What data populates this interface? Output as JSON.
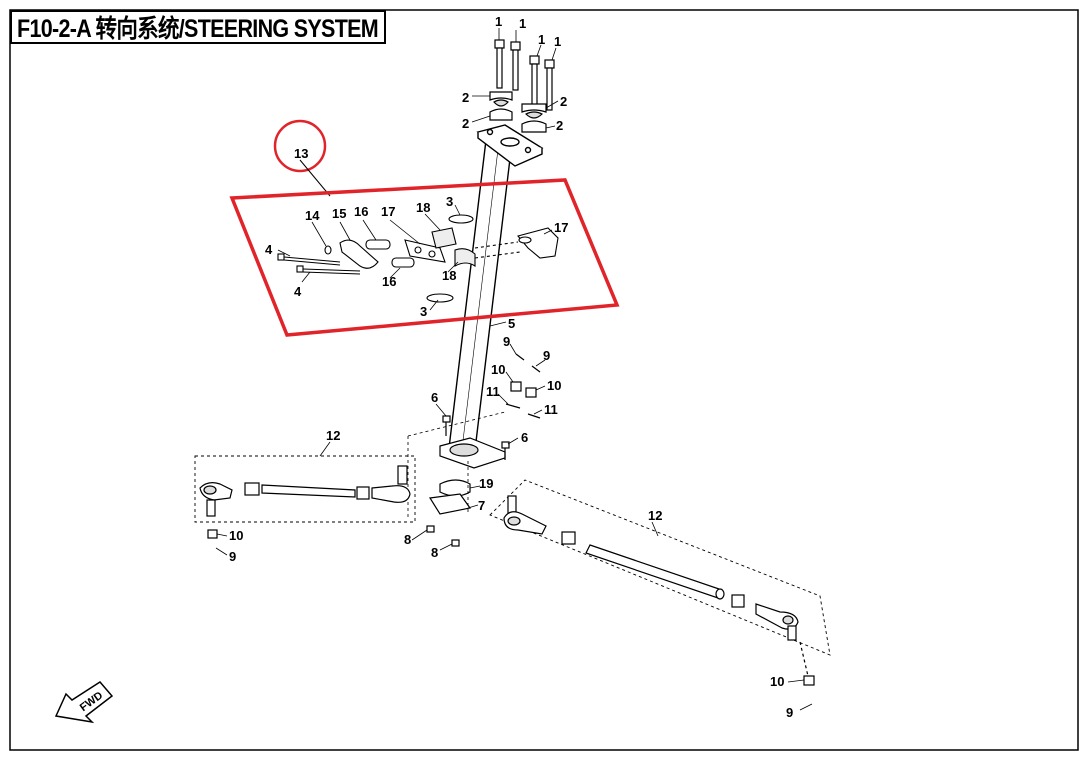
{
  "title": "F10-2-A 转向系统/STEERING SYSTEM",
  "callouts": [
    {
      "id": "c1a",
      "text": "1"
    },
    {
      "id": "c1b",
      "text": "1"
    },
    {
      "id": "c1c",
      "text": "1"
    },
    {
      "id": "c1d",
      "text": "1"
    },
    {
      "id": "c2a",
      "text": "2"
    },
    {
      "id": "c2b",
      "text": "2"
    },
    {
      "id": "c2c",
      "text": "2"
    },
    {
      "id": "c2d",
      "text": "2"
    },
    {
      "id": "c3a",
      "text": "3"
    },
    {
      "id": "c3b",
      "text": "3"
    },
    {
      "id": "c4a",
      "text": "4"
    },
    {
      "id": "c4b",
      "text": "4"
    },
    {
      "id": "c5",
      "text": "5"
    },
    {
      "id": "c6a",
      "text": "6"
    },
    {
      "id": "c6b",
      "text": "6"
    },
    {
      "id": "c7",
      "text": "7"
    },
    {
      "id": "c8a",
      "text": "8"
    },
    {
      "id": "c8b",
      "text": "8"
    },
    {
      "id": "c9a",
      "text": "9"
    },
    {
      "id": "c9b",
      "text": "9"
    },
    {
      "id": "c9c",
      "text": "9"
    },
    {
      "id": "c9d",
      "text": "9"
    },
    {
      "id": "c10a",
      "text": "10"
    },
    {
      "id": "c10b",
      "text": "10"
    },
    {
      "id": "c10c",
      "text": "10"
    },
    {
      "id": "c10d",
      "text": "10"
    },
    {
      "id": "c11a",
      "text": "11"
    },
    {
      "id": "c11b",
      "text": "11"
    },
    {
      "id": "c12a",
      "text": "12"
    },
    {
      "id": "c12b",
      "text": "12"
    },
    {
      "id": "c13",
      "text": "13"
    },
    {
      "id": "c14",
      "text": "14"
    },
    {
      "id": "c15",
      "text": "15"
    },
    {
      "id": "c16a",
      "text": "16"
    },
    {
      "id": "c16b",
      "text": "16"
    },
    {
      "id": "c17a",
      "text": "17"
    },
    {
      "id": "c17b",
      "text": "17"
    },
    {
      "id": "c18a",
      "text": "18"
    },
    {
      "id": "c18b",
      "text": "18"
    },
    {
      "id": "c19",
      "text": "19"
    }
  ],
  "fwd_label": "FWD",
  "colors": {
    "line": "#000000",
    "highlight": "#e0242a",
    "background": "#ffffff"
  }
}
